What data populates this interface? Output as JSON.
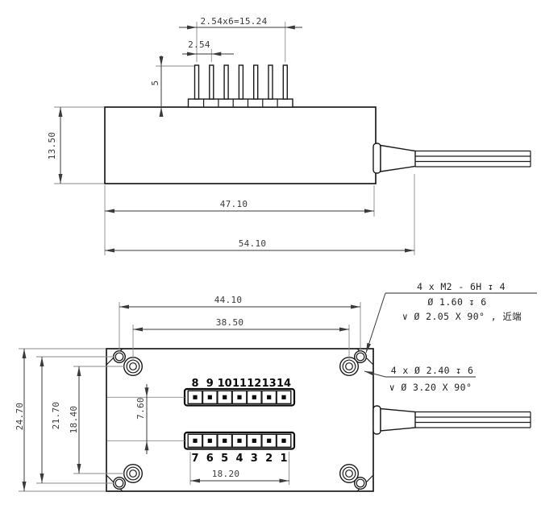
{
  "drawing": {
    "top_view": {
      "dim_pin_pitch_total": "2.54x6=15.24",
      "dim_pin_pitch": "2.54",
      "dim_pin_height": "5",
      "dim_body_height": "13.50",
      "dim_body_length": "47.10",
      "dim_overall_length": "54.10"
    },
    "bottom_view": {
      "dim_mount_hole_span_h": "44.10",
      "dim_countersunk_span_h": "38.50",
      "dim_row_spacing": "7.60",
      "dim_connector_width": "18.20",
      "dim_countersunk_span_v": "18.40",
      "dim_mount_hole_span_v": "21.70",
      "dim_body_width": "24.70",
      "pin_numbers_top_row": [
        "8",
        "9",
        "10",
        "11",
        "12",
        "13",
        "14"
      ],
      "pin_numbers_bottom_row": [
        "7",
        "6",
        "5",
        "4",
        "3",
        "2",
        "1"
      ],
      "callout_threaded_holes": {
        "line1": "4 x M2 - 6H ↧ 4",
        "line2": "Ø 1.60 ↧ 6",
        "line3": "∨ Ø 2.05 X 90° , 近端"
      },
      "callout_counterbore_holes": {
        "line1": "4 x Ø 2.40 ↧ 6",
        "line2": "∨ Ø 3.20 X 90°"
      }
    },
    "colors": {
      "line": "#1a1a1a",
      "dimension": "#3a3a3a",
      "background": "#ffffff"
    }
  }
}
